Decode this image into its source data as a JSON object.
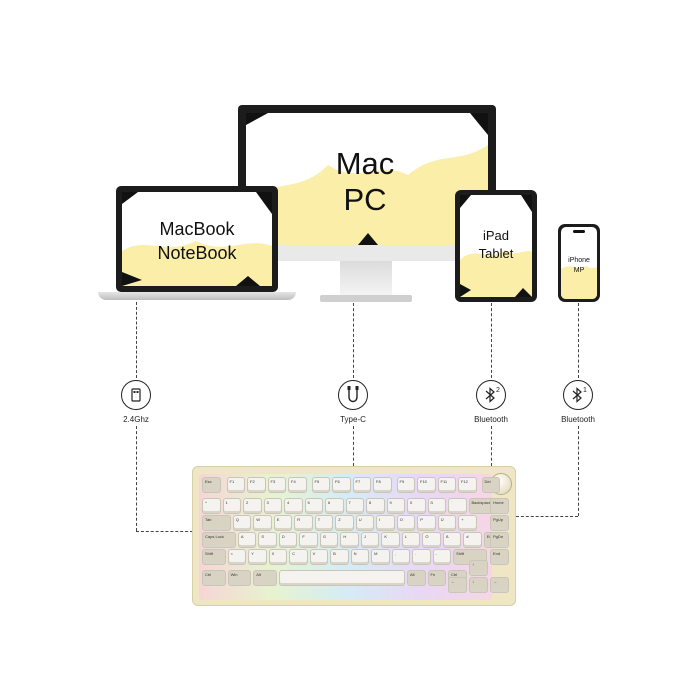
{
  "devices": {
    "monitor": {
      "line1": "Mac",
      "line2": "PC"
    },
    "laptop": {
      "line1": "MacBook",
      "line2": "NoteBook"
    },
    "tablet": {
      "line1": "iPad",
      "line2": "Tablet"
    },
    "phone": {
      "line1": "iPhone",
      "line2": "MP"
    }
  },
  "connections": [
    {
      "icon": "usb-dongle-icon",
      "label": "2.4Ghz"
    },
    {
      "icon": "usb-c-cable-icon",
      "label": "Type-C"
    },
    {
      "icon": "bluetooth-icon",
      "label": "Bluetooth",
      "badge": "2"
    },
    {
      "icon": "bluetooth-icon",
      "label": "Bluetooth",
      "badge": "1"
    }
  ],
  "keyboard": {
    "row0": [
      "Esc",
      "F1",
      "F2",
      "F3",
      "F4",
      "F5",
      "F6",
      "F7",
      "F8",
      "F9",
      "F10",
      "F11",
      "F12",
      "Del"
    ],
    "row1": [
      "^",
      "1",
      "2",
      "3",
      "4",
      "5",
      "6",
      "7",
      "8",
      "9",
      "0",
      "ß",
      "´",
      "Backspace"
    ],
    "row2": [
      "Tab",
      "Q",
      "W",
      "E",
      "R",
      "T",
      "Z",
      "U",
      "I",
      "O",
      "P",
      "Ü",
      "+"
    ],
    "row3": [
      "Caps Lock",
      "A",
      "S",
      "D",
      "F",
      "G",
      "H",
      "J",
      "K",
      "L",
      "Ö",
      "Ä",
      "#",
      "Enter"
    ],
    "row4": [
      "Shift",
      "<",
      "Y",
      "X",
      "C",
      "V",
      "B",
      "N",
      "M",
      ",",
      ".",
      "-",
      "Shift"
    ],
    "row5": [
      "Ctrl",
      "Win",
      "Alt",
      "",
      "Alt",
      "Fn",
      "Ctrl"
    ],
    "nav": [
      "Home",
      "PgUp",
      "PgDn",
      "End"
    ],
    "arrows": [
      "←",
      "↑",
      "↓",
      "→"
    ]
  },
  "colors": {
    "screen_fill": "#fbeea9",
    "keyboard_body": "#efe6c6"
  }
}
